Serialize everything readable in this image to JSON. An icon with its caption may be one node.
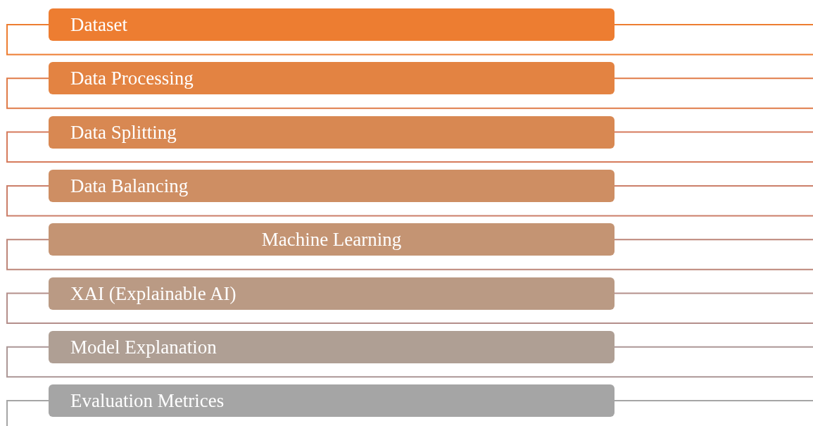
{
  "diagram": {
    "nodes": [
      {
        "text": [
          "Dataset"
        ]
      },
      {
        "text": [
          "Data Processing"
        ]
      },
      {
        "text": [
          "Data Splitting"
        ]
      },
      {
        "text": [
          "Data Balancing"
        ]
      },
      {
        "text": [
          "Machine Learning"
        ]
      },
      {
        "text": [
          "XAI (Explainable AI)"
        ]
      },
      {
        "text": [
          "Model Explanation"
        ]
      },
      {
        "text": [
          "Evaluation Metrices"
        ]
      }
    ],
    "edges": [
      {
        "from": 0,
        "to": null,
        "arrow": "none",
        "color": "#ed7d31"
      },
      {
        "from": 0,
        "to": null,
        "arrow": "none",
        "color": "#ed7d31"
      },
      {
        "from": 1,
        "to": null,
        "arrow": "none",
        "color": "#e07b48"
      },
      {
        "from": 1,
        "to": null,
        "arrow": "none",
        "color": "#e07b48"
      },
      {
        "from": 2,
        "to": null,
        "arrow": "none",
        "color": "#d67b5c"
      },
      {
        "from": 2,
        "to": null,
        "arrow": "none",
        "color": "#d67b5c"
      },
      {
        "from": 3,
        "to": null,
        "arrow": "none",
        "color": "#cb7e69"
      },
      {
        "from": 3,
        "to": null,
        "arrow": "none",
        "color": "#cb7e69"
      },
      {
        "from": 4,
        "to": null,
        "arrow": "none",
        "color": "#bd8679"
      },
      {
        "from": 4,
        "to": null,
        "arrow": "none",
        "color": "#bd8679"
      },
      {
        "from": 5,
        "to": null,
        "arrow": "none",
        "color": "#b48f8b"
      },
      {
        "from": 5,
        "to": null,
        "arrow": "none",
        "color": "#b48f8b"
      },
      {
        "from": 6,
        "to": null,
        "arrow": "none",
        "color": "#ac9796"
      },
      {
        "from": 6,
        "to": null,
        "arrow": "none",
        "color": "#ac9796"
      },
      {
        "from": 7,
        "to": null,
        "arrow": "none",
        "color": "#a5a5a5"
      },
      {
        "from": 7,
        "to": null,
        "arrow": "none",
        "color": "#a5a5a5"
      }
    ]
  }
}
